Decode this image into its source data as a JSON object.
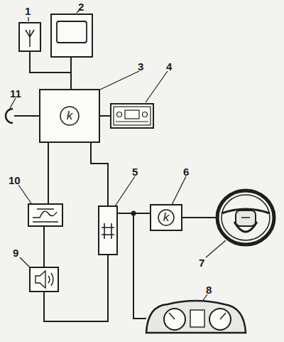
{
  "diagram": {
    "labels": [
      "1",
      "2",
      "3",
      "4",
      "5",
      "6",
      "7",
      "8",
      "9",
      "10",
      "11",
      "k",
      "k"
    ]
  }
}
